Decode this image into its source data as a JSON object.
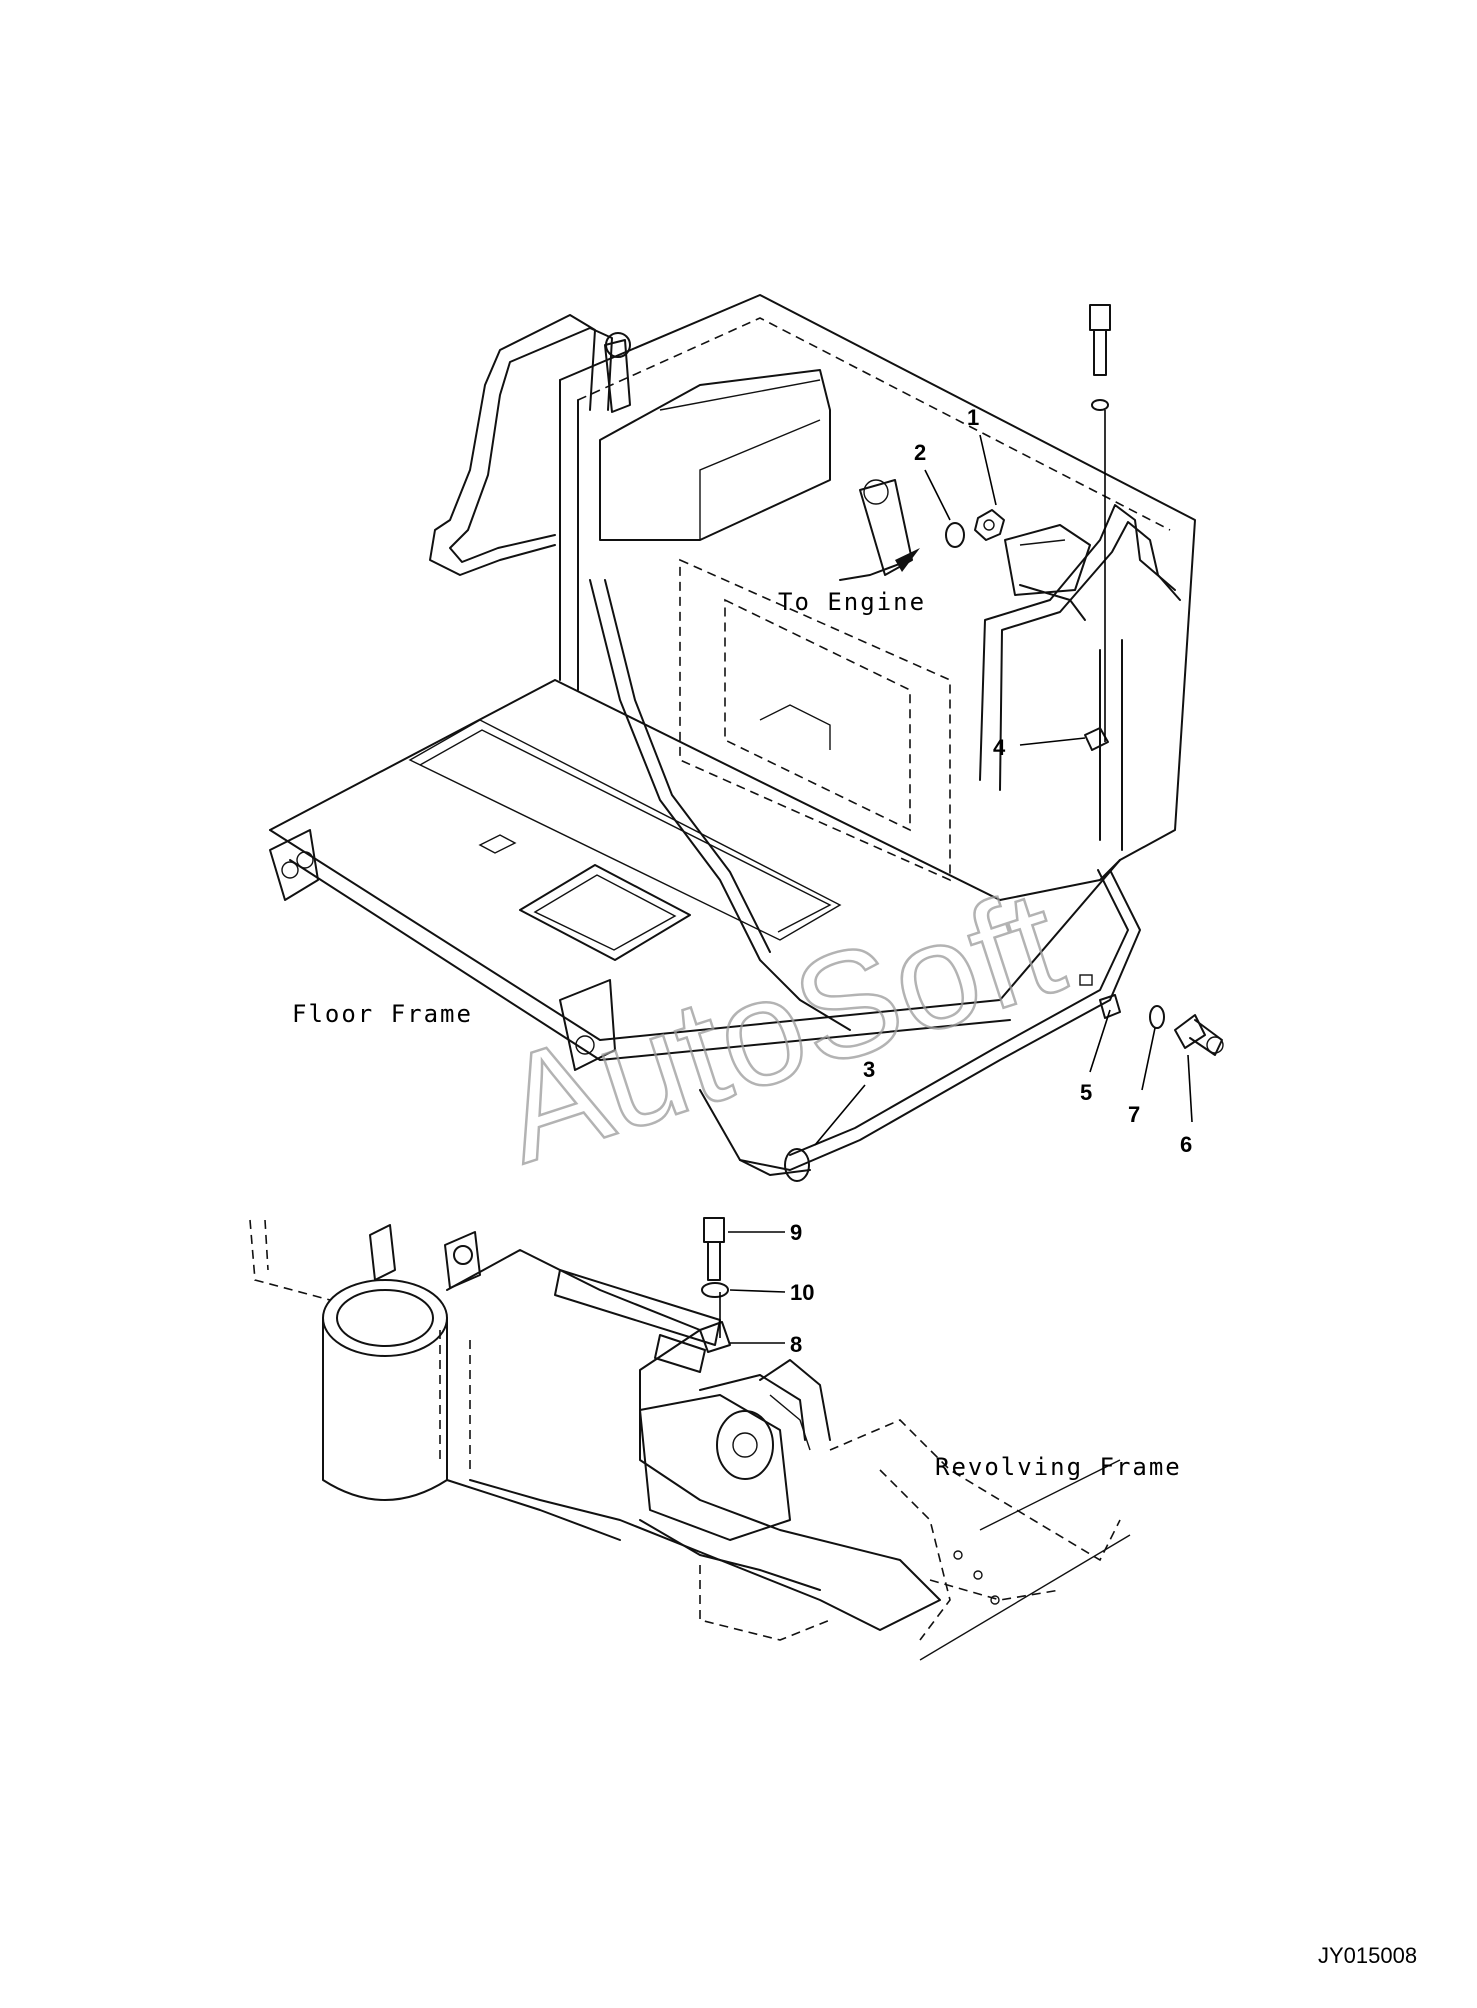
{
  "diagram": {
    "labels": {
      "to_engine": "To Engine",
      "floor_frame": "Floor Frame",
      "revolving_frame": "Revolving Frame"
    },
    "callouts": [
      "1",
      "2",
      "3",
      "4",
      "5",
      "6",
      "7",
      "8",
      "9",
      "10"
    ],
    "watermark": "AutoSoft",
    "drawing_code": "JY015008"
  }
}
